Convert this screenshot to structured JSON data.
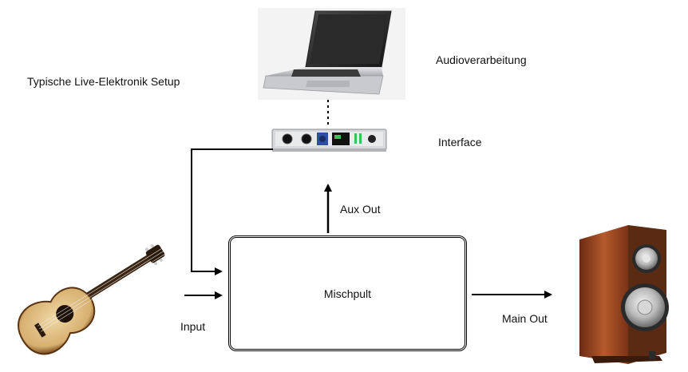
{
  "diagram": {
    "title": "Typische Live-Elektronik Setup",
    "labels": {
      "audio_processing": "Audioverarbeitung",
      "interface": "Interface",
      "aux_out": "Aux Out",
      "input": "Input",
      "main_out": "Main Out",
      "mixer": "Mischpult"
    },
    "icons": {
      "laptop": "laptop-icon",
      "interface": "audio-interface-icon",
      "guitar": "acoustic-guitar-icon",
      "speaker": "speaker-icon"
    }
  }
}
